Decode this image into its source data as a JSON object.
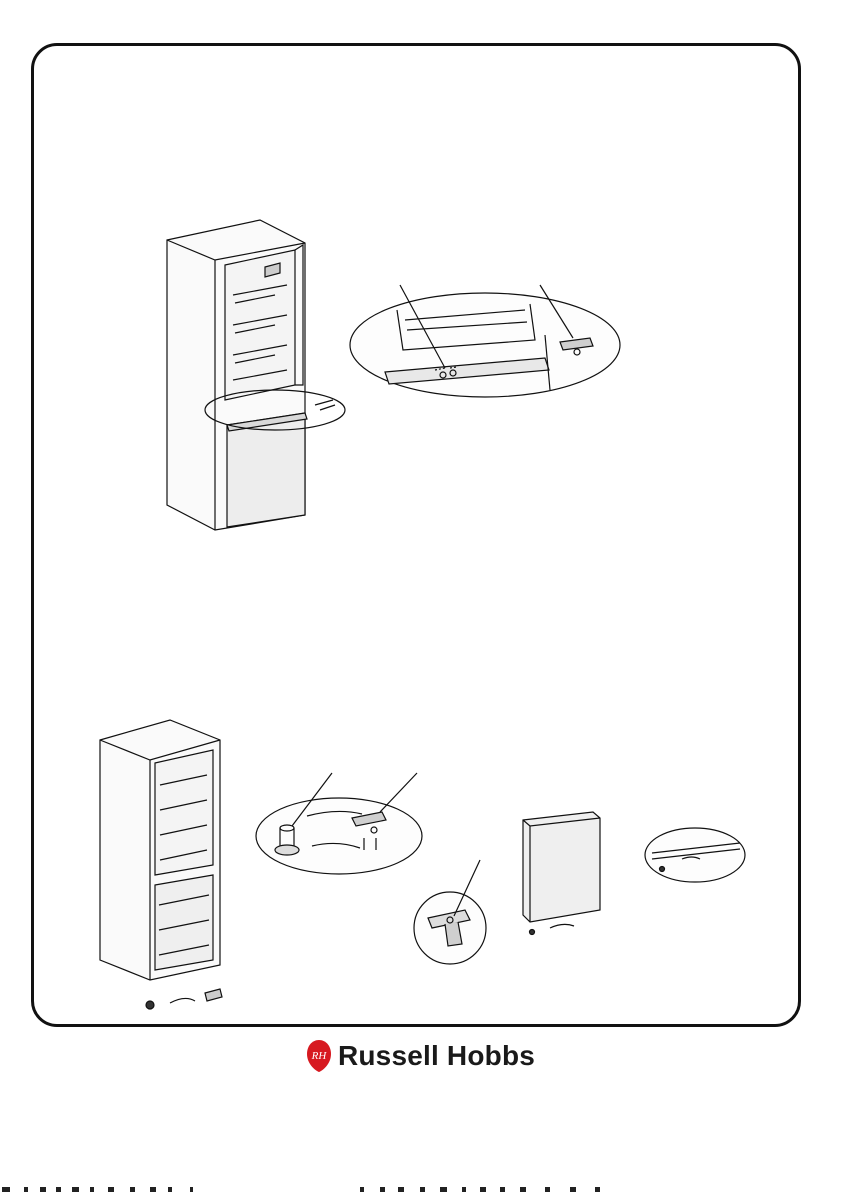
{
  "page": {
    "title": "Door reversal instruction illustrations"
  },
  "brand": {
    "logo_monogram": "RH",
    "name": "Russell Hobbs",
    "color": "#d71920"
  },
  "figures": [
    {
      "id": "step-1",
      "items": [
        "fridge-open-door",
        "hinge-callout-zoom"
      ]
    },
    {
      "id": "step-2",
      "items": [
        "fridge-bottom",
        "foot-hinge-callout",
        "hinge-detail",
        "lower-door",
        "door-edge-callout"
      ]
    }
  ],
  "colors": {
    "line": "#111111",
    "fill_light": "#f2f2f2",
    "fill_mid": "#cfcfcf"
  }
}
